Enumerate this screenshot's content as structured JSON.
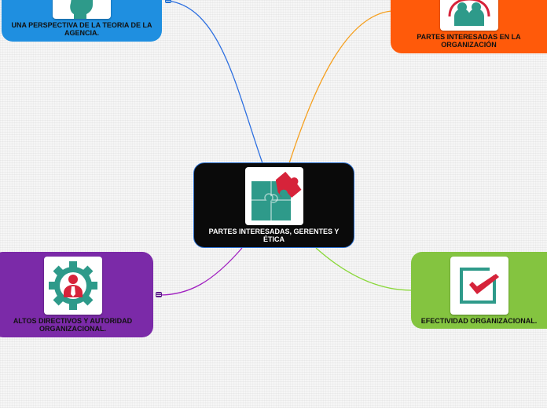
{
  "central": {
    "label": "PARTES INTERESADAS, GERENTES Y ÉTICA",
    "icon": "puzzle-icon",
    "color": "#0a0a0a",
    "border": "#2a6fd0"
  },
  "topics": [
    {
      "id": "agency",
      "label": "UNA PERSPECTIVA DE LA TEORIA DE LA AGENCIA.",
      "icon": "head-icon",
      "color": "#1f8fe0",
      "line": "#2d6fe0"
    },
    {
      "id": "stakeholders",
      "label": "PARTES INTERESADAS EN LA ORGANIZACIÓN",
      "icon": "people-icon",
      "color": "#ff5a0a",
      "line": "#f5a020"
    },
    {
      "id": "directors",
      "label": "ALTOS DIRECTIVOS Y AUTORIDAD ORGANIZACIONAL.",
      "icon": "manager-gear-icon",
      "color": "#7b2aa8",
      "line": "#a020c0"
    },
    {
      "id": "effectiveness",
      "label": "EFECTIVIDAD ORGANIZACIONAL.",
      "icon": "checkbox-icon",
      "color": "#84c440",
      "line": "#8ad83a"
    }
  ]
}
